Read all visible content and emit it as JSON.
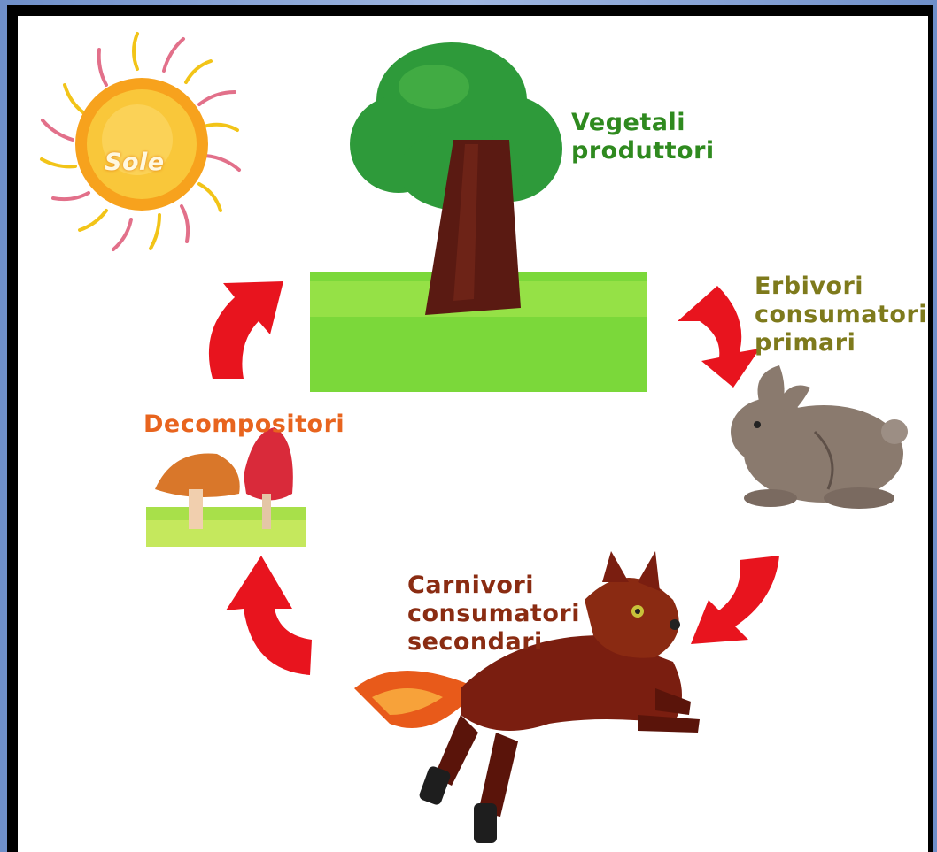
{
  "diagram": {
    "sun": {
      "label": "Sole"
    },
    "producers": {
      "lines": [
        "Vegetali",
        "produttori"
      ]
    },
    "herbivores": {
      "lines": [
        "Erbivori",
        "consumatori",
        "primari"
      ]
    },
    "carnivores": {
      "lines": [
        "Carnivori",
        "consumatori",
        "secondari"
      ]
    },
    "decomposers": {
      "lines": [
        "Decompositori"
      ]
    },
    "colors": {
      "producers": "#2f8a1f",
      "herbivores": "#7e7a1c",
      "carnivores": "#8a2c12",
      "decomposers": "#e8641e",
      "arrow": "#e8141e"
    },
    "icons": [
      "sun-icon",
      "tree-icon",
      "rabbit-icon",
      "fox-icon",
      "mushroom-icon",
      "arrow-icon"
    ]
  }
}
